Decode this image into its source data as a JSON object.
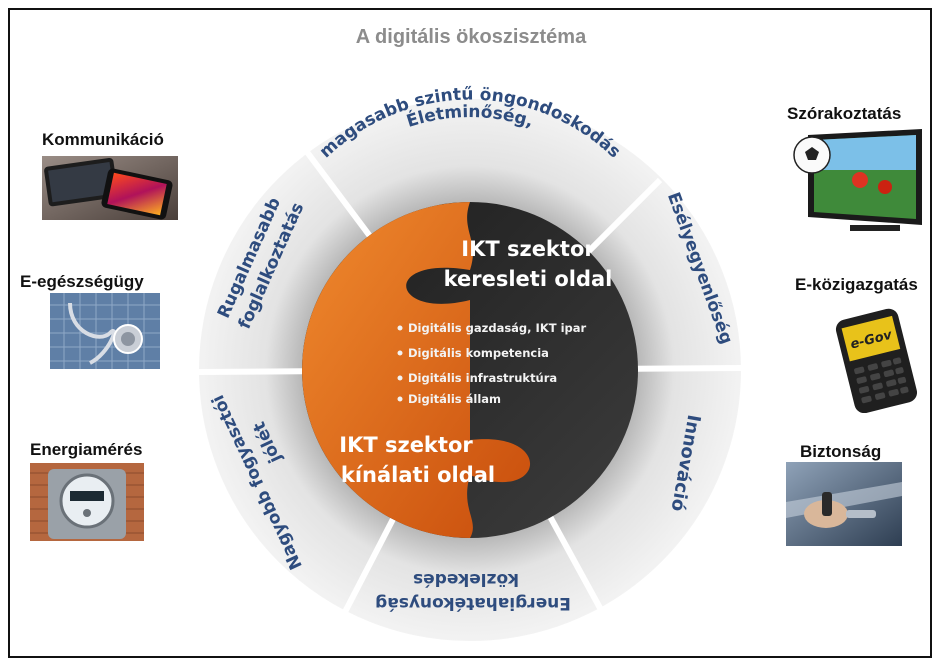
{
  "title": "A digitális ökoszisztéma",
  "left_items": [
    {
      "label": "Kommunikáció",
      "icon": "smartphones-icon"
    },
    {
      "label": "E-egészségügy",
      "icon": "stethoscope-icon"
    },
    {
      "label": "Energiamérés",
      "icon": "electric-meter-icon"
    }
  ],
  "right_items": [
    {
      "label": "Szórakoztatás",
      "icon": "tv-soccer-icon"
    },
    {
      "label": "E-közigazgatás",
      "icon": "egov-phone-icon"
    },
    {
      "label": "Biztonság",
      "icon": "car-key-icon"
    }
  ],
  "ring_segments": [
    {
      "id": "top",
      "lines": [
        "Életminőség,",
        "magasabb szintű öngondoskodás"
      ]
    },
    {
      "id": "upper-right",
      "lines": [
        "Esélyegyenlőség"
      ]
    },
    {
      "id": "lower-right",
      "lines": [
        "Innováció"
      ]
    },
    {
      "id": "bottom",
      "lines": [
        "Energiahatékonyság",
        "közlekedés"
      ]
    },
    {
      "id": "lower-left",
      "lines": [
        "Nagyobb fogyasztói",
        "jólét"
      ]
    },
    {
      "id": "upper-left",
      "lines": [
        "Rugalmasabb",
        "foglalkoztatás"
      ]
    }
  ],
  "center": {
    "demand": [
      "IKT szektor",
      "keresleti oldal"
    ],
    "supply": [
      "IKT szektor",
      "kínálati oldal"
    ],
    "bullets": [
      "Digitális gazdaság, IKT ipar",
      "Digitális kompetencia",
      "Digitális infrastruktúra",
      "Digitális állam"
    ]
  },
  "colors": {
    "orange": "#e0661a",
    "dark": "#262626",
    "ring": "#d9d9d9",
    "ring_text": "#2e4c7e",
    "title": "#8c8c8c"
  }
}
